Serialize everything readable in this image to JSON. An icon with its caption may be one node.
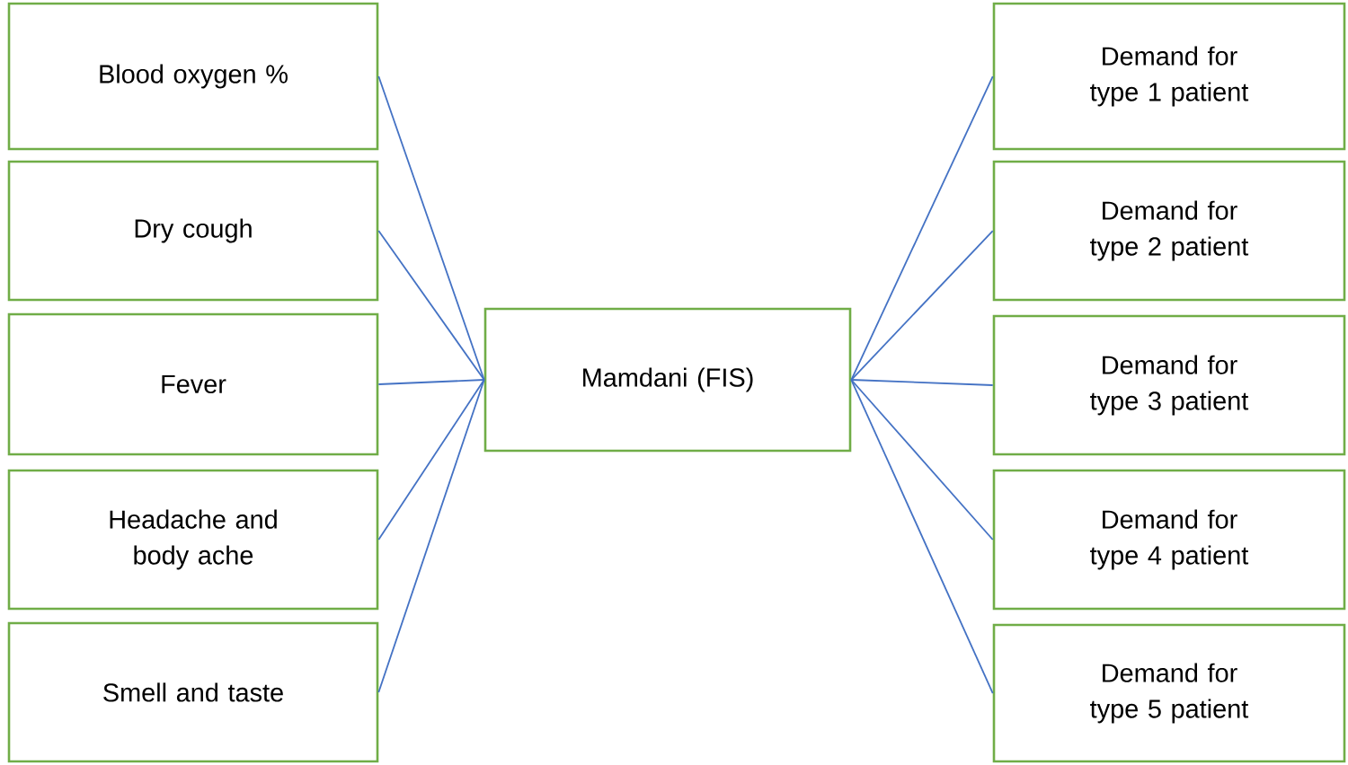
{
  "diagram": {
    "nodes": [
      {
        "text": [
          "Blood oxygen %"
        ]
      },
      {
        "text": [
          "Dry cough"
        ]
      },
      {
        "text": [
          "Fever"
        ]
      },
      {
        "text": [
          "Headache and body ache"
        ]
      },
      {
        "text": [
          "Smell and taste"
        ]
      },
      {
        "text": [
          "Mamdani (FIS)"
        ]
      },
      {
        "text": [
          "Demand for type 1 patient"
        ]
      },
      {
        "text": [
          "Demand for type 2 patient"
        ]
      },
      {
        "text": [
          "Demand for type 3 patient"
        ]
      },
      {
        "text": [
          "Demand for type 4 patient"
        ]
      },
      {
        "text": [
          "Demand for type 5 patient"
        ]
      }
    ],
    "edges": [
      {
        "from": 0,
        "to": 5,
        "arrow": "none"
      },
      {
        "from": 1,
        "to": 5,
        "arrow": "none"
      },
      {
        "from": 2,
        "to": 5,
        "arrow": "none"
      },
      {
        "from": 3,
        "to": 5,
        "arrow": "none"
      },
      {
        "from": 4,
        "to": 5,
        "arrow": "none"
      },
      {
        "from": 5,
        "to": 6,
        "arrow": "none"
      },
      {
        "from": 5,
        "to": 7,
        "arrow": "none"
      },
      {
        "from": 5,
        "to": 8,
        "arrow": "none"
      },
      {
        "from": 5,
        "to": 9,
        "arrow": "none"
      },
      {
        "from": 5,
        "to": 10,
        "arrow": "none"
      }
    ]
  }
}
